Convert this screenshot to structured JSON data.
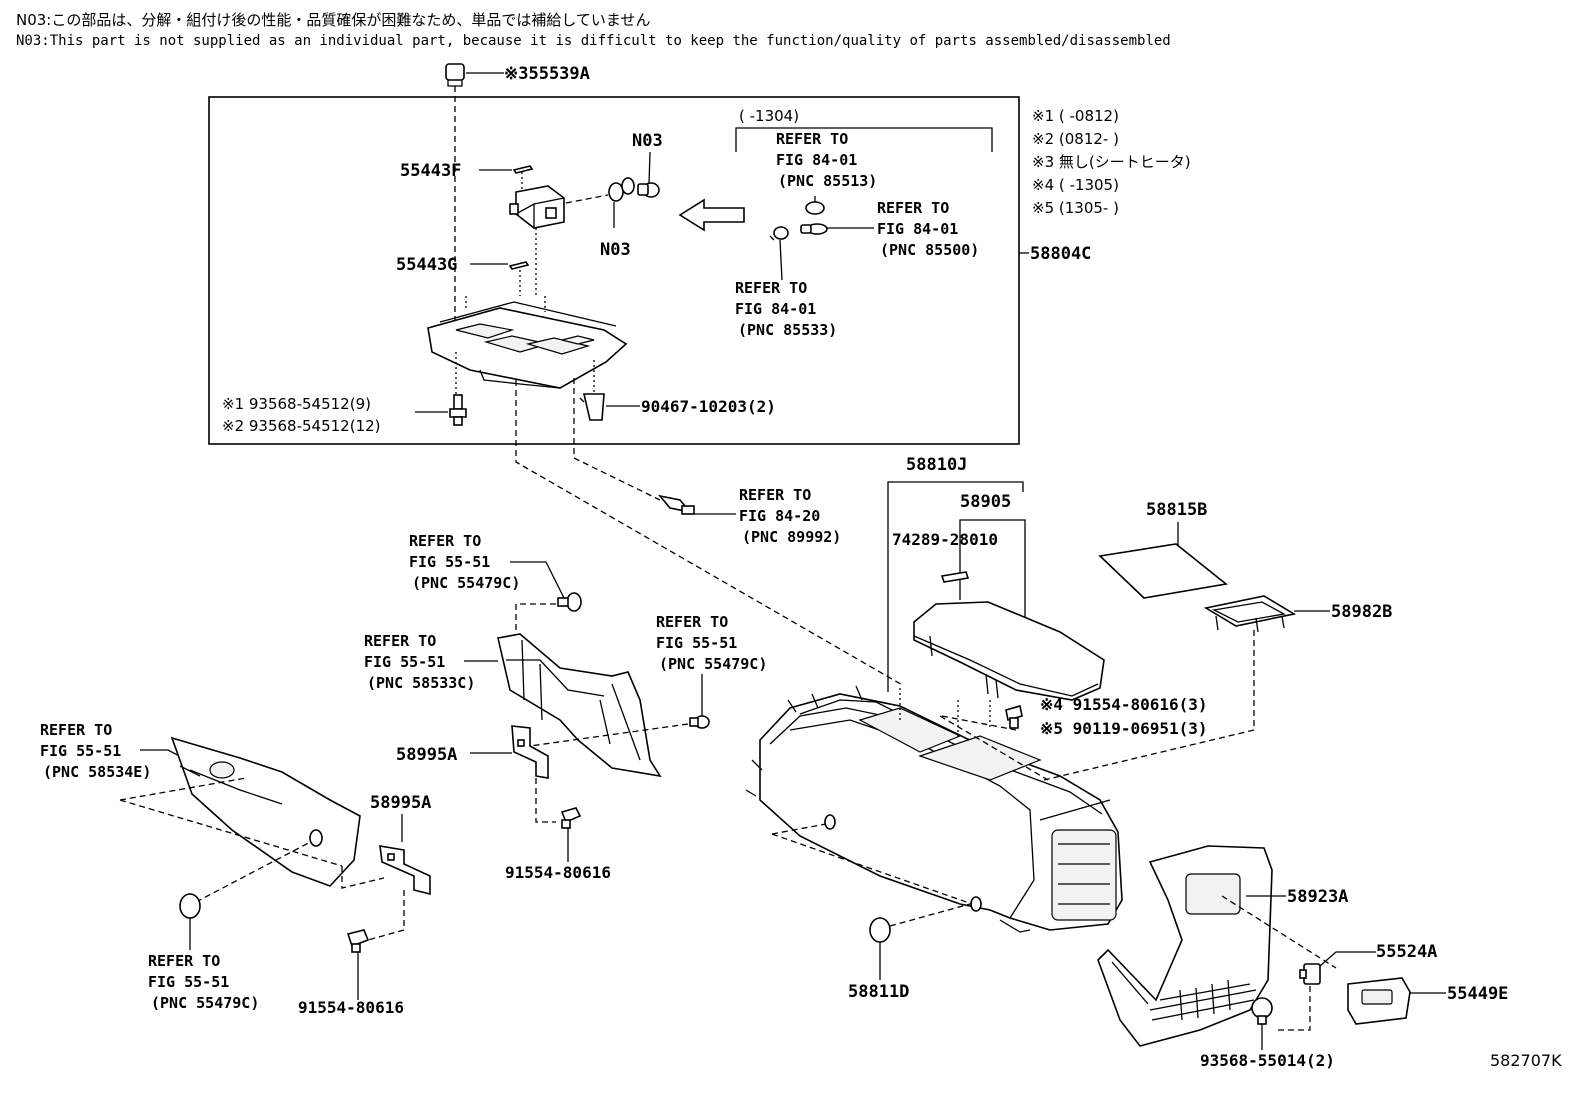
{
  "notes": {
    "jp": "N03:この部品は、分解・組付け後の性能・品質確保が困難なため、単品では補給していません",
    "en": "N03:This part is not supplied as an individual part, because it is difficult to keep the function/quality of parts assembled/disassembled"
  },
  "conditions": [
    "※1 (      -0812)",
    "※2 (0812-      )",
    "※3 無し(シートヒータ)",
    "※4 (      -1305)",
    "※5 (1305-      )"
  ],
  "bracket_range": "(      -1304)",
  "parts": {
    "p55539A": "※355539A",
    "p55443F": "55443F",
    "p55443G": "55443G",
    "n03a": "N03",
    "n03b": "N03",
    "p58804C": "58804C",
    "p93568_1": "※1 93568-54512(9)",
    "p93568_2": "※2 93568-54512(12)",
    "p90467": "90467-10203(2)",
    "p58810J": "58810J",
    "p58905": "58905",
    "p74289": "74289-28010",
    "p58815B": "58815B",
    "p58982B": "58982B",
    "p91554_4": "※4 91554-80616(3)",
    "p90119_5": "※5 90119-06951(3)",
    "p58995A_a": "58995A",
    "p58995A_b": "58995A",
    "p91554_a": "91554-80616",
    "p91554_b": "91554-80616",
    "p58811D": "58811D",
    "p58923A": "58923A",
    "p55524A": "55524A",
    "p55449E": "55449E",
    "p93568_55014": "93568-55014(2)"
  },
  "refs": {
    "r85513": [
      "REFER TO",
      "FIG 84-01",
      "(PNC 85513)"
    ],
    "r85500": [
      "REFER TO",
      "FIG 84-01",
      "(PNC 85500)"
    ],
    "r85533": [
      "REFER TO",
      "FIG 84-01",
      "(PNC 85533)"
    ],
    "r89992": [
      "REFER TO",
      "FIG 84-20",
      "(PNC 89992)"
    ],
    "r55479a": [
      "REFER TO",
      "FIG 55-51",
      "(PNC 55479C)"
    ],
    "r58533": [
      "REFER TO",
      "FIG 55-51",
      "(PNC 58533C)"
    ],
    "r55479b": [
      "REFER TO",
      "FIG 55-51",
      "(PNC 55479C)"
    ],
    "r58534": [
      "REFER TO",
      "FIG 55-51",
      "(PNC 58534E)"
    ],
    "r55479c": [
      "REFER TO",
      "FIG 55-51",
      "(PNC 55479C)"
    ]
  },
  "figure_id": "582707K"
}
